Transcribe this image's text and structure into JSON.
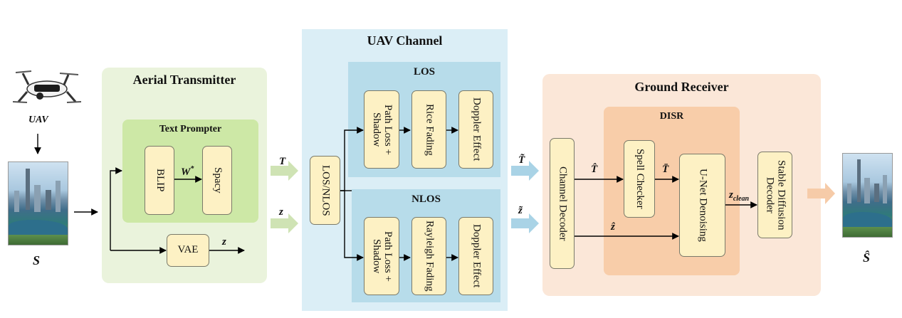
{
  "uav": {
    "label": "UAV"
  },
  "source": {
    "label": "S"
  },
  "output": {
    "label": "Ŝ"
  },
  "transmitter": {
    "title": "Aerial Transmitter",
    "prompter_title": "Text Prompter",
    "blip": "BLIP",
    "spacy": "Spacy",
    "w_label": "W",
    "w_sup": "*",
    "vae": "VAE",
    "z_label": "z"
  },
  "channel": {
    "title": "UAV Channel",
    "los_nlos": "LOS/NLOS",
    "los": {
      "title": "LOS",
      "path_loss": "Path Loss + Shadow",
      "fading": "Rice Fading",
      "doppler": "Doppler Effect"
    },
    "nlos": {
      "title": "NLOS",
      "path_loss": "Path Loss + Shadow",
      "fading": "Rayleigh Fading",
      "doppler": "Doppler Effect"
    },
    "t_in": "T",
    "z_in": "z",
    "t_out": "T̃",
    "z_out": "z̃"
  },
  "receiver": {
    "title": "Ground Receiver",
    "channel_decoder": "Channel Decoder",
    "disr_title": "DISR",
    "spell_checker": "Spell Checker",
    "unet": "U-Net Denoising",
    "stable_diffusion": "Stable Diffusion Decoder",
    "t_hat": "T̂",
    "t_bar": "T̄",
    "z_hat": "ẑ",
    "z_clean_main": "z",
    "z_clean_sub": "clean"
  },
  "colors": {
    "transmitter_bg": "#eaf3dc",
    "prompter_bg": "#cde8a6",
    "channel_bg": "#dbeef6",
    "los_bg": "#b7dcea",
    "receiver_bg": "#fbe7d8",
    "disr_bg": "#f8cda9",
    "block_fill": "#fdf1c4",
    "green_arrow": "#cfe3b4",
    "blue_arrow": "#a9d3e6",
    "orange_arrow": "#f6cba8"
  }
}
